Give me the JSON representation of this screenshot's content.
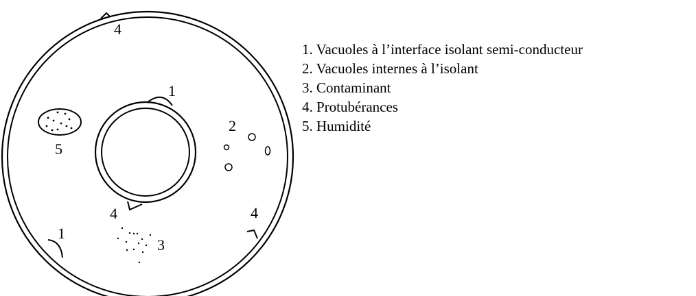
{
  "callouts": {
    "vacuole_interface_label": "1",
    "vacuole_interface_label_2": "1",
    "vacuole_internal_label": "2",
    "contaminant_label": "3",
    "protrusion_label_top": "4",
    "protrusion_label_inner": "4",
    "protrusion_label_right": "4",
    "humidity_label": "5"
  },
  "legend": {
    "items": [
      "1. Vacuoles à l’interface isolant semi-conducteur",
      "2. Vacuoles internes à l’isolant",
      "3. Contaminant",
      "4. Protubérances",
      "5. Humidité"
    ]
  },
  "colors": {
    "stroke": "#000000",
    "background": "#ffffff"
  }
}
